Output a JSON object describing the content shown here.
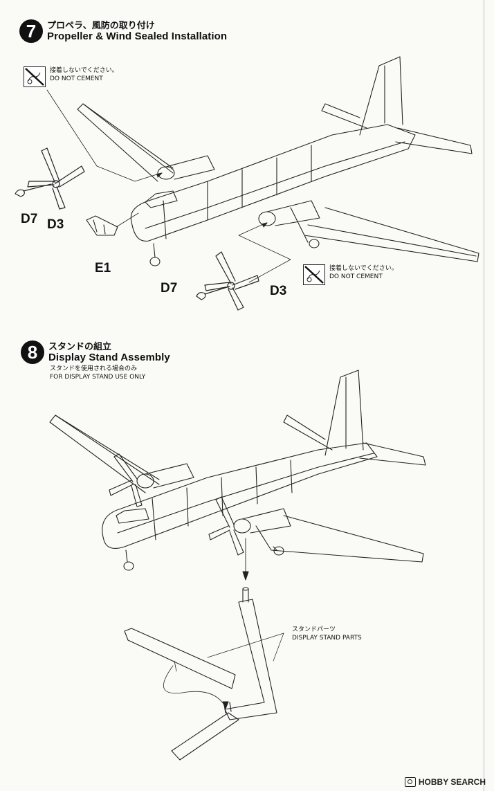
{
  "step7": {
    "number": "7",
    "title_jp": "プロペラ、風防の取り付け",
    "title_en": "Propeller & Wind Sealed Installation",
    "note1": {
      "jp": "接着しないでください。",
      "en": "DO NOT CEMENT"
    },
    "note2": {
      "jp": "接着しないでください。",
      "en": "DO NOT CEMENT"
    },
    "parts": {
      "left_d7": "D7",
      "left_d3": "D3",
      "e1": "E1",
      "right_d7": "D7",
      "right_d3": "D3"
    }
  },
  "step8": {
    "number": "8",
    "title_jp": "スタンドの組立",
    "title_en": "Display Stand Assembly",
    "sub_jp": "スタンドを使用される場合のみ",
    "sub_en": "FOR DISPLAY STAND USE ONLY",
    "stand_jp": "スタンドパーツ",
    "stand_en": "DISPLAY STAND PARTS"
  },
  "watermark": {
    "text": "HOBBY SEARCH",
    "icon": "hobbysearch-logo-icon"
  }
}
